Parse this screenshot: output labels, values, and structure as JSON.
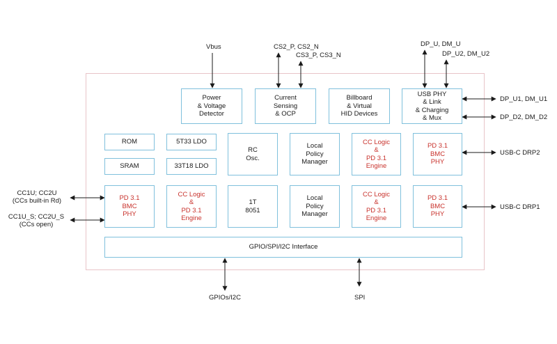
{
  "blocks": {
    "power": [
      "Power",
      "& Voltage",
      "Detector"
    ],
    "current": [
      "Current",
      "Sensing",
      "& OCP"
    ],
    "billboard": [
      "Billboard",
      "& Virtual",
      "HID Devices"
    ],
    "usbphy": [
      "USB PHY",
      "& Link",
      "& Charging",
      "& Mux"
    ],
    "rom": [
      "ROM"
    ],
    "sram": [
      "SRAM"
    ],
    "ldo5": [
      "5T33 LDO"
    ],
    "ldo33": [
      "33T18 LDO"
    ],
    "rc": [
      "RC",
      "Osc."
    ],
    "lpm1": [
      "Local",
      "Policy",
      "Manager"
    ],
    "cc1": [
      "CC Logic",
      "&",
      "PD 3.1",
      "Engine"
    ],
    "pd1": [
      "PD 3.1",
      "BMC",
      "PHY"
    ],
    "pdl": [
      "PD 3.1",
      "BMC",
      "PHY"
    ],
    "ccl": [
      "CC Logic",
      "&",
      "PD 3.1",
      "Engine"
    ],
    "mcu": [
      "1T",
      "8051"
    ],
    "lpm2": [
      "Local",
      "Policy",
      "Manager"
    ],
    "cc2": [
      "CC Logic",
      "&",
      "PD 3.1",
      "Engine"
    ],
    "pd2": [
      "PD 3.1",
      "BMC",
      "PHY"
    ],
    "gpio": [
      "GPIO/SPI/I2C Interface"
    ]
  },
  "labels": {
    "vbus": "Vbus",
    "cs2": "CS2_P, CS2_N",
    "cs3": "CS3_P, CS3_N",
    "dpu": "DP_U, DM_U",
    "dpu2": "DP_U2, DM_U2",
    "dpu1": "DP_U1, DM_U1",
    "dpd2": "DP_D2, DM_D2",
    "drp2": "USB-C DRP2",
    "drp1": "USB-C DRP1",
    "cc1u": "CC1U; CC2U",
    "cc1u_note": "(CCs built-in Rd)",
    "cc1us": "CC1U_S; CC2U_S",
    "cc1us_note": "(CCs open)",
    "gpios": "GPIOs/I2C",
    "spi": "SPI"
  },
  "colors": {
    "block_border": "#7fc0dc",
    "chip_border": "#e8c4c8",
    "red_text": "#c8322c",
    "arrow": "#1a1a1a"
  }
}
